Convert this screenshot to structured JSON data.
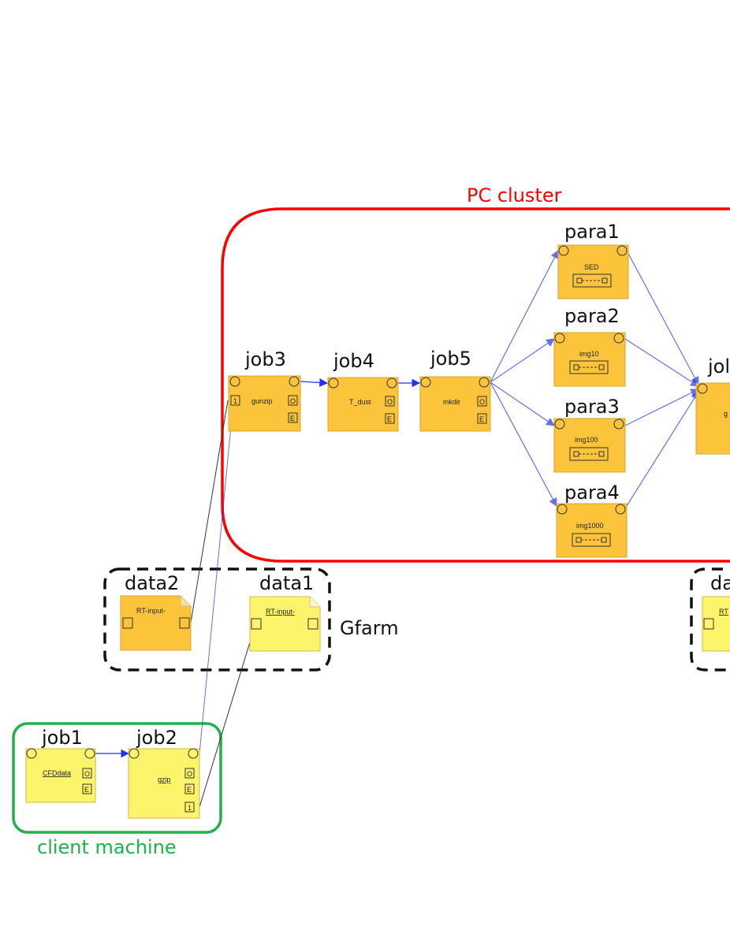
{
  "colors": {
    "cluster": "#ff0000",
    "client": "#22b04c",
    "gfarm": "#111111",
    "job_fill": "#fbc43b",
    "data_fill_dark": "#fbc43b",
    "data_fill_light": "#fcf46a",
    "arrow": "#2233ee"
  },
  "groups": {
    "cluster_label": "PC cluster",
    "client_label": "client machine",
    "gfarm_label": "Gfarm"
  },
  "jobs": {
    "job1": {
      "title": "job1",
      "label": "CFDdata",
      "o": "O",
      "e": "E"
    },
    "job2": {
      "title": "job2",
      "label": "gzip",
      "o": "O",
      "e": "E",
      "in": "1"
    },
    "job3": {
      "title": "job3",
      "label": "gunzip",
      "o": "O",
      "e": "E",
      "in": "1"
    },
    "job4": {
      "title": "job4",
      "label": "T_dust",
      "o": "O",
      "e": "E"
    },
    "job5": {
      "title": "job5",
      "label": "mkdir",
      "o": "O",
      "e": "E"
    },
    "job6": {
      "title": "jol",
      "label": "g"
    }
  },
  "paras": {
    "para1": {
      "title": "para1",
      "label": "SED"
    },
    "para2": {
      "title": "para2",
      "label": "img10"
    },
    "para3": {
      "title": "para3",
      "label": "img100"
    },
    "para4": {
      "title": "para4",
      "label": "img1000"
    }
  },
  "data": {
    "data1": {
      "title": "data1",
      "label": "RT-input-"
    },
    "data2": {
      "title": "data2",
      "label": "RT-input-"
    },
    "data3": {
      "title": "da",
      "label": "RT"
    }
  }
}
